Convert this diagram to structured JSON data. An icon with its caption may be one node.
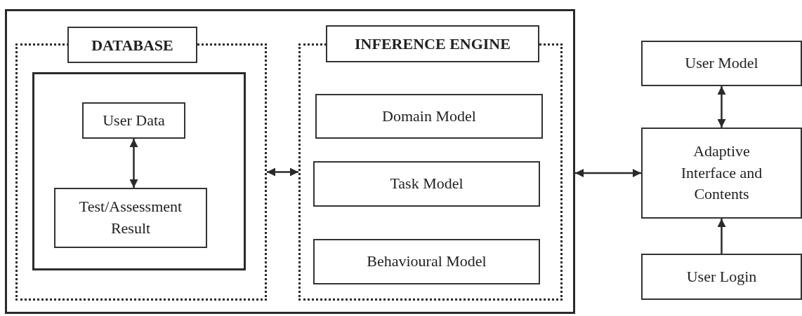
{
  "diagram": {
    "nodes": [
      {
        "text": [],
        "shape": "box"
      },
      {
        "text": [
          "DATABASE"
        ],
        "in": 0
      },
      {
        "text": [],
        "shape": "box",
        "in": 1
      },
      {
        "text": [
          "User Data"
        ],
        "in": 2
      },
      {
        "text": [
          "Test/Assessment Result"
        ],
        "in": 2
      },
      {
        "text": [
          "INFERENCE ENGINE"
        ],
        "in": 0
      },
      {
        "text": [
          "Domain Model"
        ],
        "in": 5
      },
      {
        "text": [
          "Task Model"
        ],
        "in": 5
      },
      {
        "text": [
          "Behavioural Model"
        ],
        "in": 5
      },
      {
        "text": [
          "User Model"
        ]
      },
      {
        "text": [
          "Adaptive Interface and Contents"
        ]
      },
      {
        "text": [
          "User Login"
        ]
      }
    ],
    "edges": [
      {
        "from": 3,
        "to": 4,
        "arrow": "both"
      },
      {
        "from": 1,
        "to": 5,
        "arrow": "both"
      },
      {
        "from": 0,
        "to": 10,
        "arrow": "both"
      },
      {
        "from": 9,
        "to": 10,
        "arrow": "both"
      },
      {
        "from": 11,
        "to": 10,
        "arrow": "to"
      }
    ]
  }
}
